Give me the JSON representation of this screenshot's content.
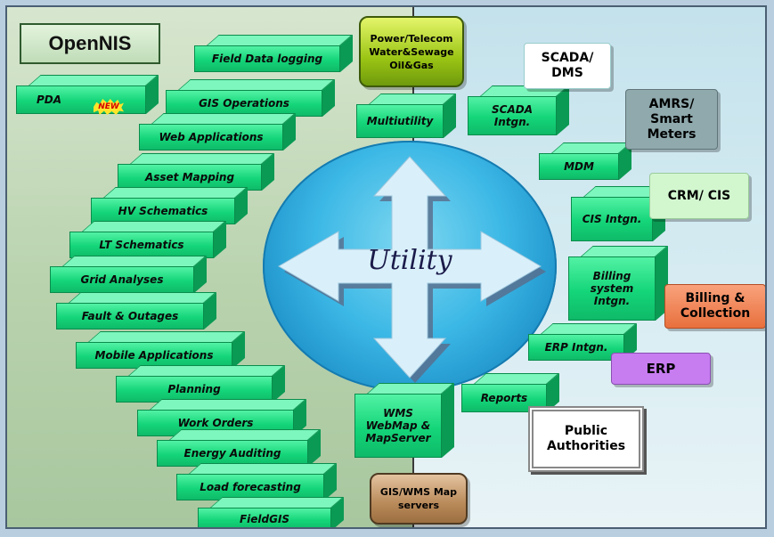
{
  "title": "OpenNIS",
  "left_items": [
    {
      "label": "Field Data logging"
    },
    {
      "label": "PDA"
    },
    {
      "label": "GIS Operations"
    },
    {
      "label": "Web Applications"
    },
    {
      "label": "Asset Mapping"
    },
    {
      "label": "HV Schematics"
    },
    {
      "label": "LT Schematics"
    },
    {
      "label": "Grid Analyses"
    },
    {
      "label": "Fault  & Outages"
    },
    {
      "label": "Mobile Applications"
    },
    {
      "label": "Planning"
    },
    {
      "label": "Work Orders"
    },
    {
      "label": "Energy Auditing"
    },
    {
      "label": "Load forecasting"
    },
    {
      "label": "FieldGIS"
    }
  ],
  "new_badge": "NEW",
  "center": {
    "top_box": "Power/Telecom Water&Sewage Oil&Gas",
    "bottom_box": "GIS/WMS Map servers",
    "hub": "Utility"
  },
  "right_green": [
    {
      "label": "Multiutility"
    },
    {
      "label": "SCADA Intgn."
    },
    {
      "label": "MDM"
    },
    {
      "label": "CIS Intgn."
    },
    {
      "label": "Billing system Intgn."
    },
    {
      "label": "ERP Intgn."
    },
    {
      "label": "Reports"
    },
    {
      "label": "WMS WebMap & MapServer"
    }
  ],
  "external": [
    {
      "label": "SCADA/ DMS",
      "color": "#ffffff"
    },
    {
      "label": "AMRS/ Smart Meters",
      "color": "#8fa9ad"
    },
    {
      "label": "CRM/ CIS",
      "color": "#d2f7cf"
    },
    {
      "label": "Billing & Collection",
      "color": "#f2875a"
    },
    {
      "label": "ERP",
      "color": "#c77cf0"
    },
    {
      "label": "Public Authorities",
      "color": "#ffffff"
    }
  ]
}
